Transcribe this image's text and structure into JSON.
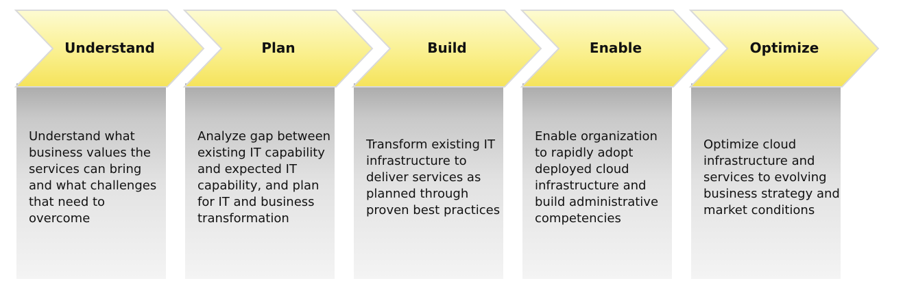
{
  "colors": {
    "chevron_top": "#fdfbd2",
    "chevron_bottom": "#f5e35a",
    "chevron_border": "#d9d9d9",
    "panel_top": "#a9a9a9",
    "panel_bottom": "#f4f4f4"
  },
  "stages": [
    {
      "title": "Understand",
      "description": "Understand what business values the services can bring and what challenges that need to overcome"
    },
    {
      "title": "Plan",
      "description": "Analyze gap between existing IT capability and expected IT capability, and plan for IT and business transformation"
    },
    {
      "title": "Build",
      "description": "Transform existing IT infrastructure to deliver services as planned through proven best practices"
    },
    {
      "title": "Enable",
      "description": "Enable organization to rapidly adopt deployed cloud infrastructure and build administrative competencies"
    },
    {
      "title": "Optimize",
      "description": "Optimize cloud infrastructure and services to evolving business strategy and market conditions"
    }
  ]
}
